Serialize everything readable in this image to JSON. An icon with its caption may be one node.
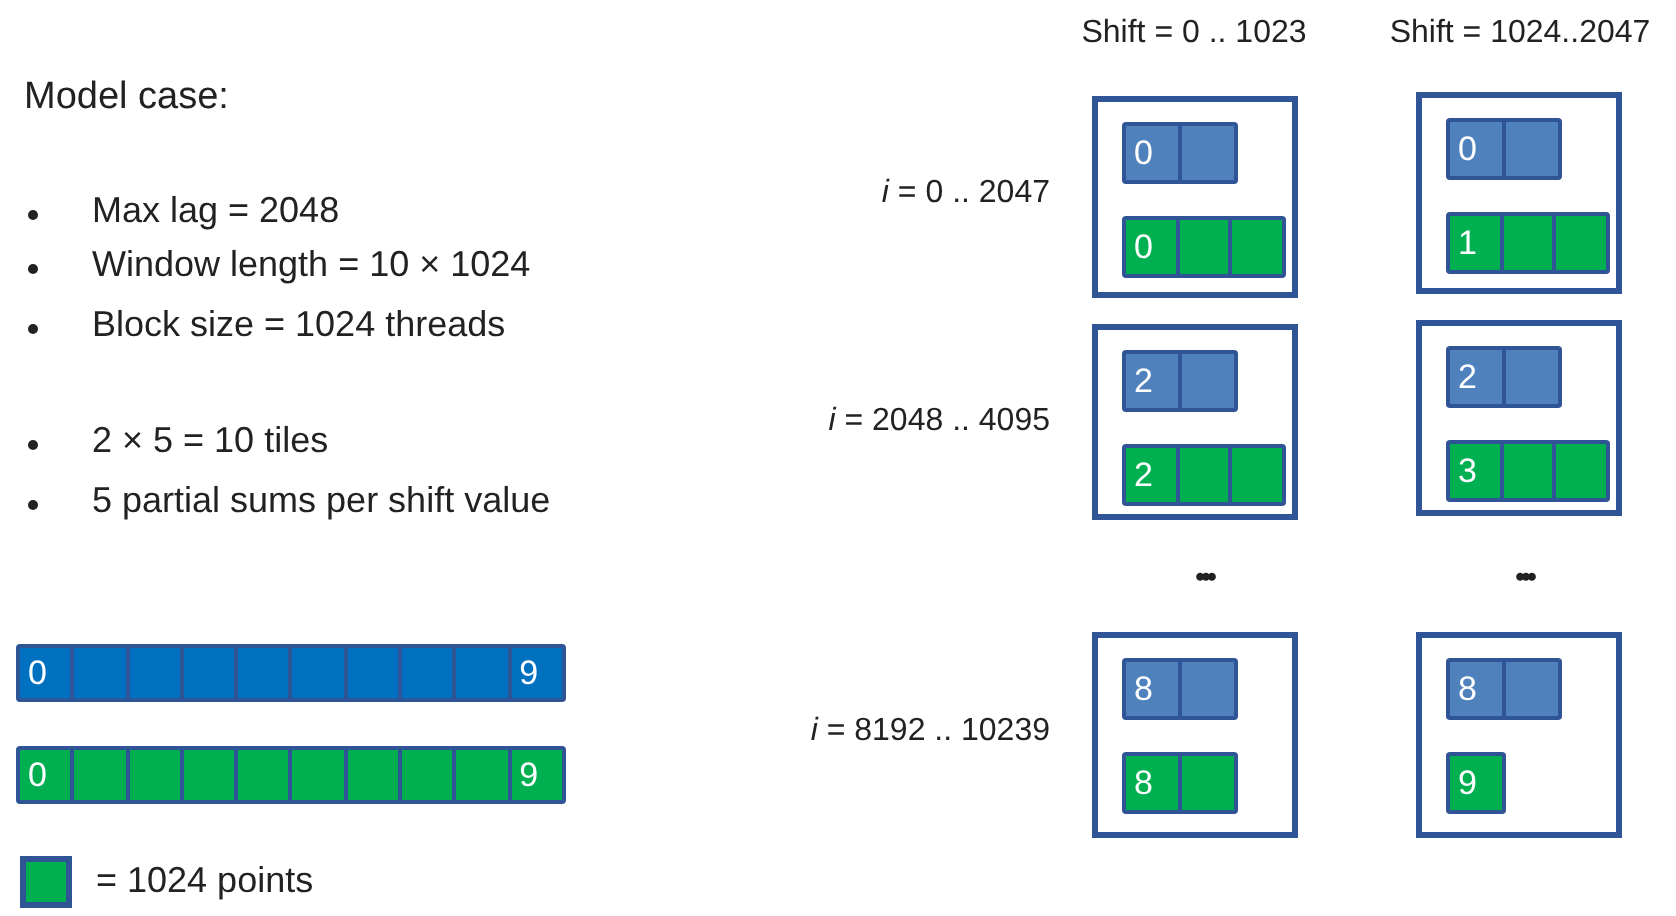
{
  "diagram": {
    "nodes": [
      {
        "text": [],
        "shape": "box"
      },
      {
        "text": [
          "0"
        ],
        "in": 0
      },
      {
        "text": [
          "0"
        ],
        "in": 0
      },
      {
        "text": [],
        "shape": "box"
      },
      {
        "text": [
          "0"
        ],
        "in": 3
      },
      {
        "text": [
          "1"
        ],
        "in": 3
      },
      {
        "text": [],
        "shape": "box"
      },
      {
        "text": [
          "2"
        ],
        "in": 6
      },
      {
        "text": [
          "2"
        ],
        "in": 6
      },
      {
        "text": [],
        "shape": "box"
      },
      {
        "text": [
          "2"
        ],
        "in": 9
      },
      {
        "text": [
          "3"
        ],
        "in": 9
      },
      {
        "text": [],
        "shape": "box"
      },
      {
        "text": [
          "8"
        ],
        "in": 12
      },
      {
        "text": [
          "8"
        ],
        "in": 12
      },
      {
        "text": [],
        "shape": "box"
      },
      {
        "text": [
          "8"
        ],
        "in": 15
      },
      {
        "text": [
          "9"
        ],
        "in": 15
      },
      {
        "text": [
          "0",
          "9"
        ]
      },
      {
        "text": [
          "0",
          "9"
        ]
      }
    ],
    "labels": [
      "Shift = 0 .. 1023",
      "Shift = 1024..2047",
      "Model case:",
      "Max lag = 2048",
      "Window length = 10 × 1024",
      "Block size = 1024 threads",
      "*i* = 0 .. 2047",
      "*i* = 2048 .. 4095",
      "2 × 5 = 10 tiles",
      "5 partial sums per shift value",
      "•••",
      "•••",
      "*i* = 8192 .. 10239"
    ],
    "legend": [
      {
        "text": "= 1024 points",
        "color": "#00b050"
      }
    ]
  }
}
